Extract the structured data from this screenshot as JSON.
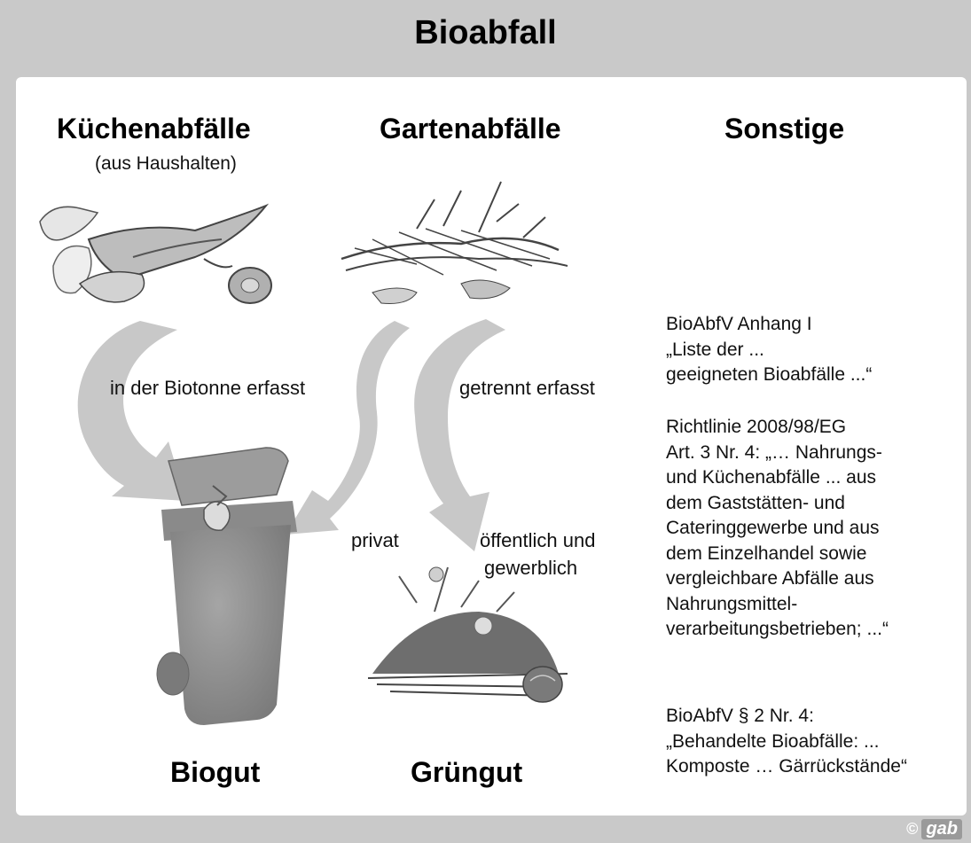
{
  "title": "Bioabfall",
  "columns": {
    "kitchen": {
      "heading": "Küchenabfälle",
      "sub": "(aus Haushalten)"
    },
    "garden": {
      "heading": "Gartenabfälle"
    },
    "other": {
      "heading": "Sonstige"
    }
  },
  "flow_labels": {
    "biotonne": "in der Biotonne erfasst",
    "getrennt": "getrennt erfasst",
    "privat": "privat",
    "oeffentlich_line1": "öffentlich und",
    "oeffentlich_line2": "gewerblich"
  },
  "results": {
    "biogut": "Biogut",
    "gruengut": "Grüngut"
  },
  "notes": {
    "anhang": [
      "BioAbfV Anhang I",
      "„Liste der ...",
      "geeigneten Bioabfälle ...“"
    ],
    "richtlinie": [
      "Richtlinie 2008/98/EG",
      "Art. 3 Nr. 4: „… Nahrungs-",
      "und Küchenabfälle ... aus",
      "dem Gaststätten- und",
      "Cateringgewerbe und aus",
      "dem Einzelhandel sowie",
      "vergleichbare Abfälle aus",
      "Nahrungsmittel-",
      "verarbeitungsbetrieben; ...“"
    ],
    "para2": [
      "BioAbfV § 2 Nr. 4:",
      "„Behandelte Bioabfälle: ...",
      "Komposte … Gärrückstände“"
    ]
  },
  "copyright": {
    "symbol": "©",
    "logo": "gab"
  },
  "colors": {
    "background": "#c9c9c9",
    "panel": "#ffffff",
    "arrow": "#c8c8c8",
    "bin": "#8f8f8f"
  },
  "icons": [
    "kitchen-waste-illustration",
    "garden-waste-illustration",
    "biotonne-bin-illustration",
    "green-waste-pile-illustration"
  ]
}
